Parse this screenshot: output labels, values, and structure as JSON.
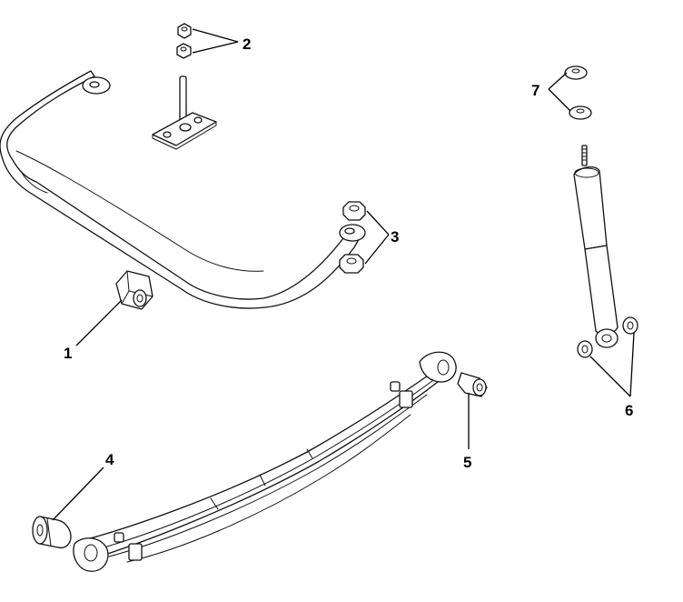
{
  "diagram": {
    "callouts": [
      {
        "id": "1",
        "label": "1"
      },
      {
        "id": "2",
        "label": "2"
      },
      {
        "id": "3",
        "label": "3"
      },
      {
        "id": "4",
        "label": "4"
      },
      {
        "id": "5",
        "label": "5"
      },
      {
        "id": "6",
        "label": "6"
      },
      {
        "id": "7",
        "label": "7"
      }
    ],
    "colors": {
      "line": "#111111",
      "background": "#ffffff"
    }
  }
}
